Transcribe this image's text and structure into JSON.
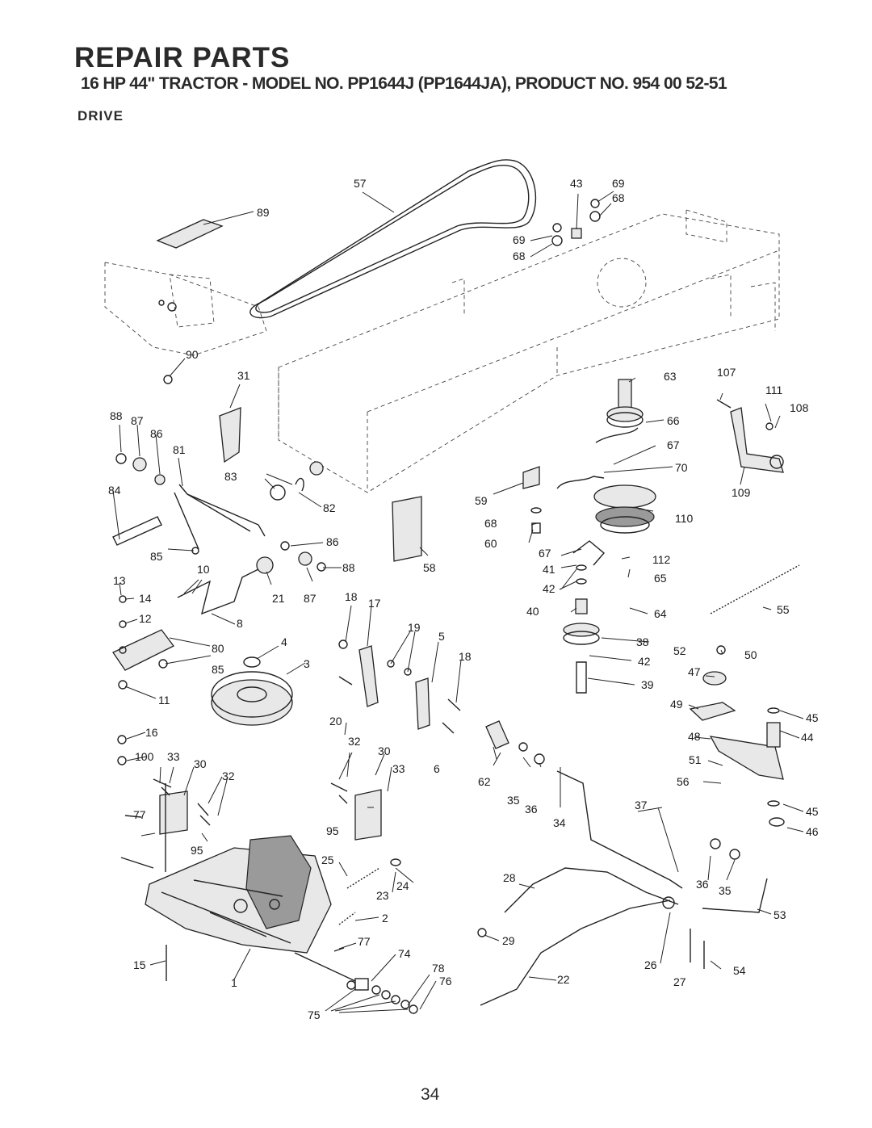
{
  "header": {
    "title": "REPAIR PARTS",
    "subtitle": "16 HP 44\" TRACTOR - MODEL NO. PP1644J (PP1644JA), PRODUCT NO. 954 00 52-51",
    "section": "DRIVE"
  },
  "page_number": "34",
  "callouts": [
    "57",
    "43",
    "69",
    "68",
    "89",
    "69",
    "68",
    "90",
    "31",
    "63",
    "107",
    "111",
    "108",
    "88",
    "87",
    "86",
    "81",
    "66",
    "67",
    "83",
    "70",
    "84",
    "82",
    "59",
    "109",
    "110",
    "86",
    "68",
    "60",
    "58",
    "85",
    "88",
    "67",
    "112",
    "13",
    "10",
    "41",
    "65",
    "14",
    "21",
    "87",
    "18",
    "17",
    "42",
    "12",
    "8",
    "40",
    "64",
    "55",
    "19",
    "5",
    "38",
    "4",
    "80",
    "18",
    "52",
    "50",
    "85",
    "3",
    "42",
    "47",
    "11",
    "39",
    "49",
    "45",
    "16",
    "20",
    "48",
    "44",
    "32",
    "30",
    "100",
    "33",
    "30",
    "51",
    "33",
    "6",
    "62",
    "32",
    "56",
    "35",
    "36",
    "77",
    "37",
    "45",
    "34",
    "95",
    "46",
    "95",
    "25",
    "24",
    "28",
    "36",
    "35",
    "23",
    "2",
    "53",
    "77",
    "29",
    "15",
    "74",
    "78",
    "26",
    "54",
    "1",
    "76",
    "22",
    "27",
    "75"
  ]
}
